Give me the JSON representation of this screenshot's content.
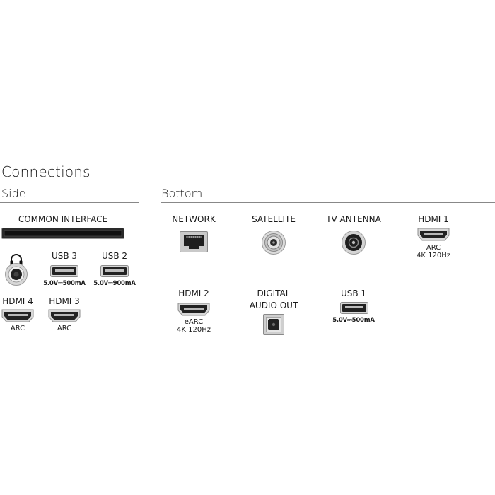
{
  "title": "Connections",
  "side": {
    "heading": "Side",
    "common_interface": "COMMON INTERFACE",
    "headphone": "headphone-icon",
    "usb3": {
      "label": "USB 3",
      "rating": "5.0V⎓500mA"
    },
    "usb2": {
      "label": "USB 2",
      "rating": "5.0V⎓900mA"
    },
    "hdmi4": {
      "label": "HDMI 4",
      "sub": "ARC"
    },
    "hdmi3": {
      "label": "HDMI 3",
      "sub": "ARC"
    }
  },
  "bottom": {
    "heading": "Bottom",
    "network": "NETWORK",
    "satellite": "SATELLITE",
    "tv_antenna": "TV ANTENNA",
    "hdmi1": {
      "label": "HDMI 1",
      "sub1": "ARC",
      "sub2": "4K 120Hz"
    },
    "hdmi2": {
      "label": "HDMI 2",
      "sub1": "eARC",
      "sub2": "4K 120Hz"
    },
    "digital_audio": {
      "line1": "DIGITAL",
      "line2": "AUDIO OUT"
    },
    "usb1": {
      "label": "USB 1",
      "rating": "5.0V⎓500mA"
    }
  }
}
